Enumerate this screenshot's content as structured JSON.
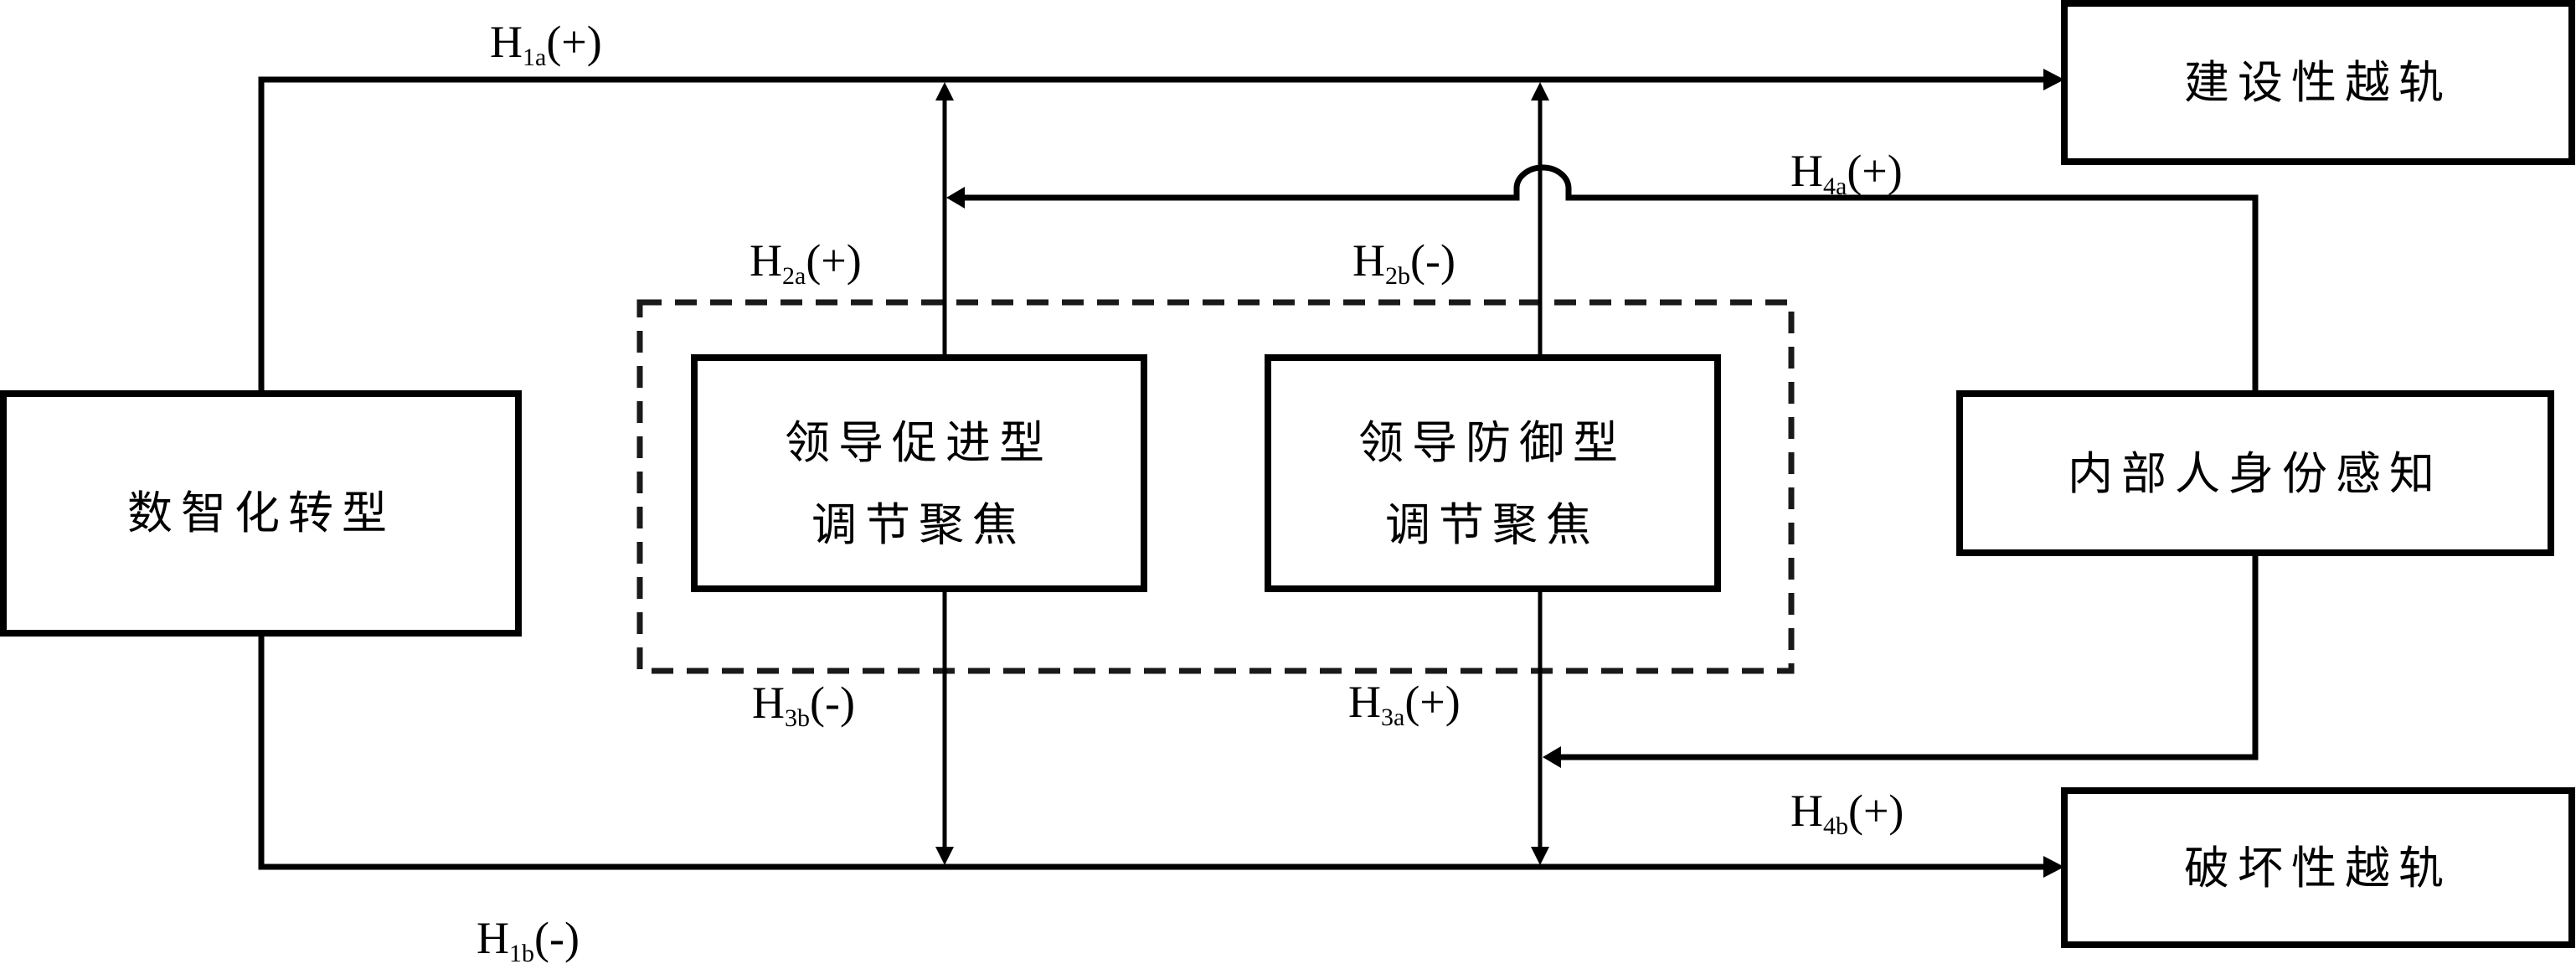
{
  "diagram": {
    "title": "Research model",
    "nodes": {
      "digital_transformation": {
        "label": "数智化转型"
      },
      "promotion_focus": {
        "line1": "领导促进型",
        "line2": "调节聚焦"
      },
      "prevention_focus": {
        "line1": "领导防御型",
        "line2": "调节聚焦"
      },
      "insider_identity": {
        "label": "内部人身份感知"
      },
      "constructive_deviance": {
        "label": "建设性越轨"
      },
      "destructive_deviance": {
        "label": "破坏性越轨"
      }
    },
    "hypotheses": {
      "h1a": {
        "main": "H",
        "sub": "1a",
        "sign": "(+)"
      },
      "h1b": {
        "main": "H",
        "sub": "1b",
        "sign": "(-)"
      },
      "h2a": {
        "main": "H",
        "sub": "2a",
        "sign": "(+)"
      },
      "h2b": {
        "main": "H",
        "sub": "2b",
        "sign": "(-)"
      },
      "h3a": {
        "main": "H",
        "sub": "3a",
        "sign": "(+)"
      },
      "h3b": {
        "main": "H",
        "sub": "3b",
        "sign": "(-)"
      },
      "h4a": {
        "main": "H",
        "sub": "4a",
        "sign": "(+)"
      },
      "h4b": {
        "main": "H",
        "sub": "4b",
        "sign": "(+)"
      }
    },
    "colors": {
      "stroke": "#000000",
      "background": "#ffffff"
    }
  }
}
